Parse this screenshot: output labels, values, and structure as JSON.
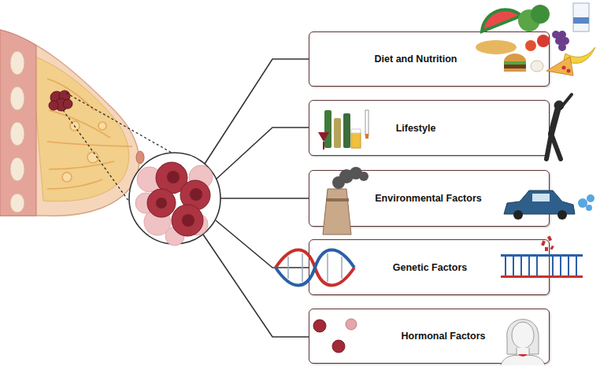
{
  "diagram": {
    "nodes": [
      {
        "text": [
          "Diet and Nutrition"
        ]
      },
      {
        "text": [
          "Lifestyle"
        ]
      },
      {
        "text": [
          "Environmental Factors"
        ]
      },
      {
        "text": [
          "Genetic Factors"
        ]
      },
      {
        "text": [
          "Hormonal Factors"
        ]
      }
    ]
  }
}
